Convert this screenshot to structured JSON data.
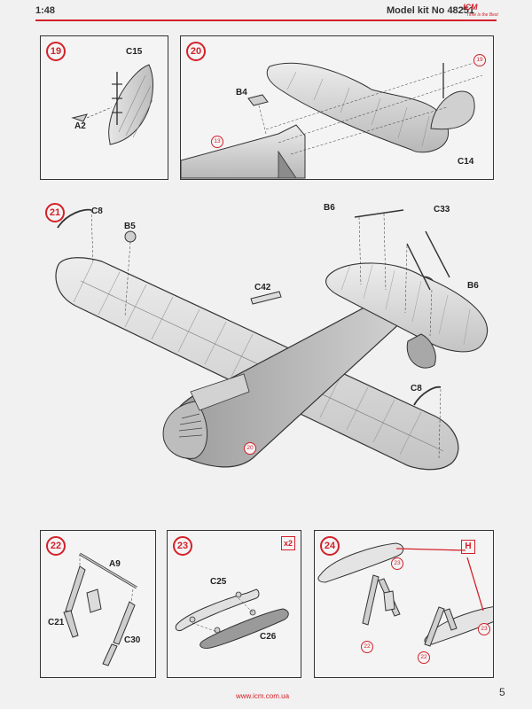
{
  "header": {
    "scale": "1:48",
    "kit": "Model kit No 48251",
    "logo_text": "ICM",
    "logo_sub": "Time is the Best"
  },
  "steps": [
    {
      "number": "19",
      "parts": [
        "C15",
        "A2"
      ]
    },
    {
      "number": "20",
      "parts": [
        "B4",
        "C14"
      ],
      "refs": [
        "19",
        "13"
      ]
    },
    {
      "number": "21",
      "parts": [
        "C8",
        "B5",
        "B6",
        "C33",
        "B6",
        "C42",
        "C8"
      ],
      "refs": [
        "20"
      ]
    },
    {
      "number": "22",
      "parts": [
        "A9",
        "C21",
        "C30"
      ]
    },
    {
      "number": "23",
      "parts": [
        "C25",
        "C26"
      ],
      "multiplier": "x2"
    },
    {
      "number": "24",
      "refs": [
        "23",
        "23",
        "22",
        "22"
      ],
      "marker": "H"
    }
  ],
  "footer": {
    "url": "www.icm.com.ua",
    "page": "5"
  },
  "colors": {
    "accent": "#d4202a",
    "line": "#333333",
    "part_fill": "#cfcfcf"
  }
}
